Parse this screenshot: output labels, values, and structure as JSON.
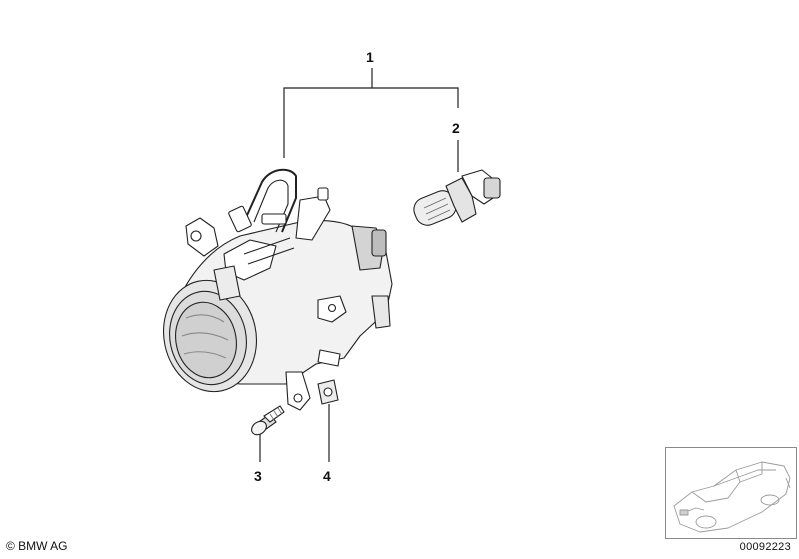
{
  "callouts": [
    {
      "id": "1",
      "label": "1"
    },
    {
      "id": "2",
      "label": "2"
    },
    {
      "id": "3",
      "label": "3"
    },
    {
      "id": "4",
      "label": "4"
    }
  ],
  "footer": {
    "copyright": "© BMW AG",
    "diagram_number": "00092223"
  },
  "icons": [
    "fog-lamp-assembly-icon",
    "bulb-icon",
    "screw-icon",
    "nut-plate-icon",
    "car-thumbnail-icon"
  ],
  "colors": {
    "line": "#222222",
    "shade": "#d8d8d8",
    "light": "#eeeeee"
  }
}
